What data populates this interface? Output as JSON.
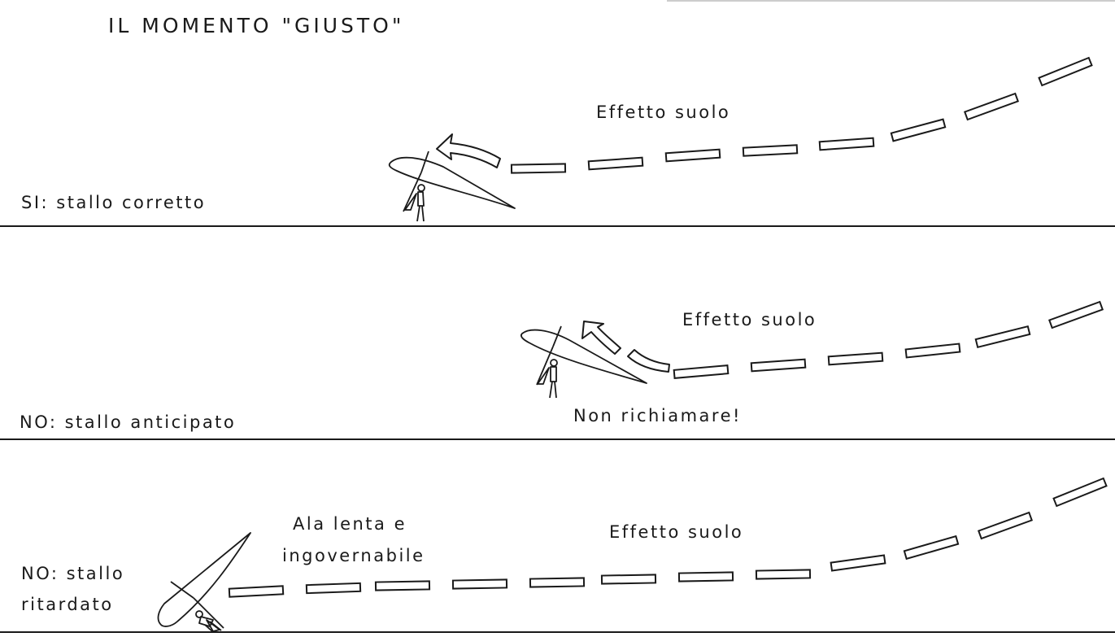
{
  "title": "IL MOMENTO \"GIUSTO\"",
  "panels": [
    {
      "label": "SI: stallo corretto",
      "annotations": [
        "Effetto suolo"
      ]
    },
    {
      "label": "NO: stallo anticipato",
      "annotations": [
        "Effetto suolo",
        "Non richiamare!"
      ]
    },
    {
      "label_lines": [
        "NO: stallo",
        "ritardato"
      ],
      "annotations": [
        "Ala lenta e",
        "ingovernabile",
        "Effetto suolo"
      ]
    }
  ]
}
